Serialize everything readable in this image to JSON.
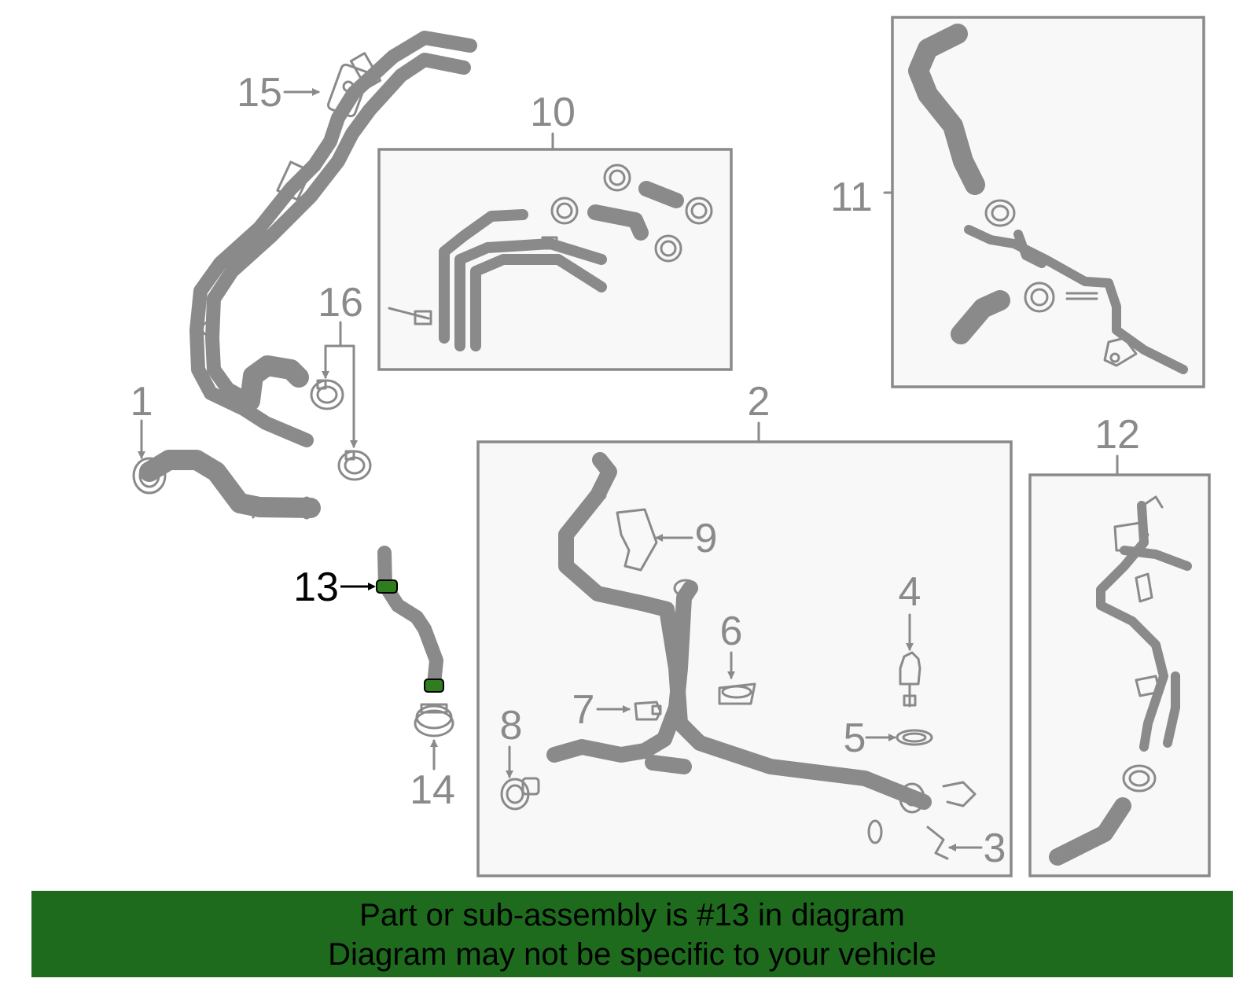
{
  "labels": {
    "l1": "1",
    "l2": "2",
    "l3": "3",
    "l4": "4",
    "l5": "5",
    "l6": "6",
    "l7": "7",
    "l8": "8",
    "l9": "9",
    "l10": "10",
    "l11": "11",
    "l12": "12",
    "l13": "13",
    "l14": "14",
    "l15": "15",
    "l16": "16"
  },
  "banner": {
    "line1": "Part or sub-assembly is #13 in diagram",
    "line2": "Diagram may not be specific to your vehicle"
  },
  "colors": {
    "highlight": "#2f7d1f",
    "banner": "#1e6b1e",
    "line": "#8a8a8a"
  }
}
